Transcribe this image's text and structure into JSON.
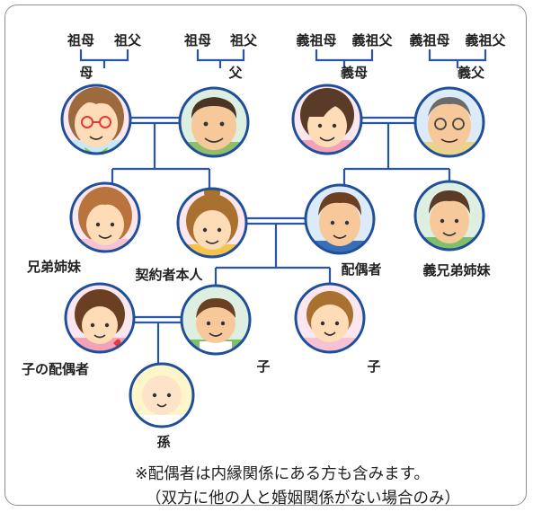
{
  "labels": {
    "gm_m": "祖母",
    "gf_m": "祖父",
    "gm_f": "祖母",
    "gf_f": "祖父",
    "gm_sm": "義祖母",
    "gf_sm": "義祖父",
    "gm_sf": "義祖母",
    "gf_sf": "義祖父",
    "mother": "母",
    "father": "父",
    "mother_in_law": "義母",
    "father_in_law": "義父",
    "sibling": "兄弟姉妹",
    "self": "契約者本人",
    "spouse": "配偶者",
    "sibling_in_law": "義兄弟姉妹",
    "child_spouse": "子の配偶者",
    "child1": "子",
    "child2": "子",
    "grandchild": "孫"
  },
  "notes": {
    "line1": "※配偶者は内縁関係にある方も含みます。",
    "line2": "（双方に他の人と婚姻関係がない場合のみ）"
  }
}
